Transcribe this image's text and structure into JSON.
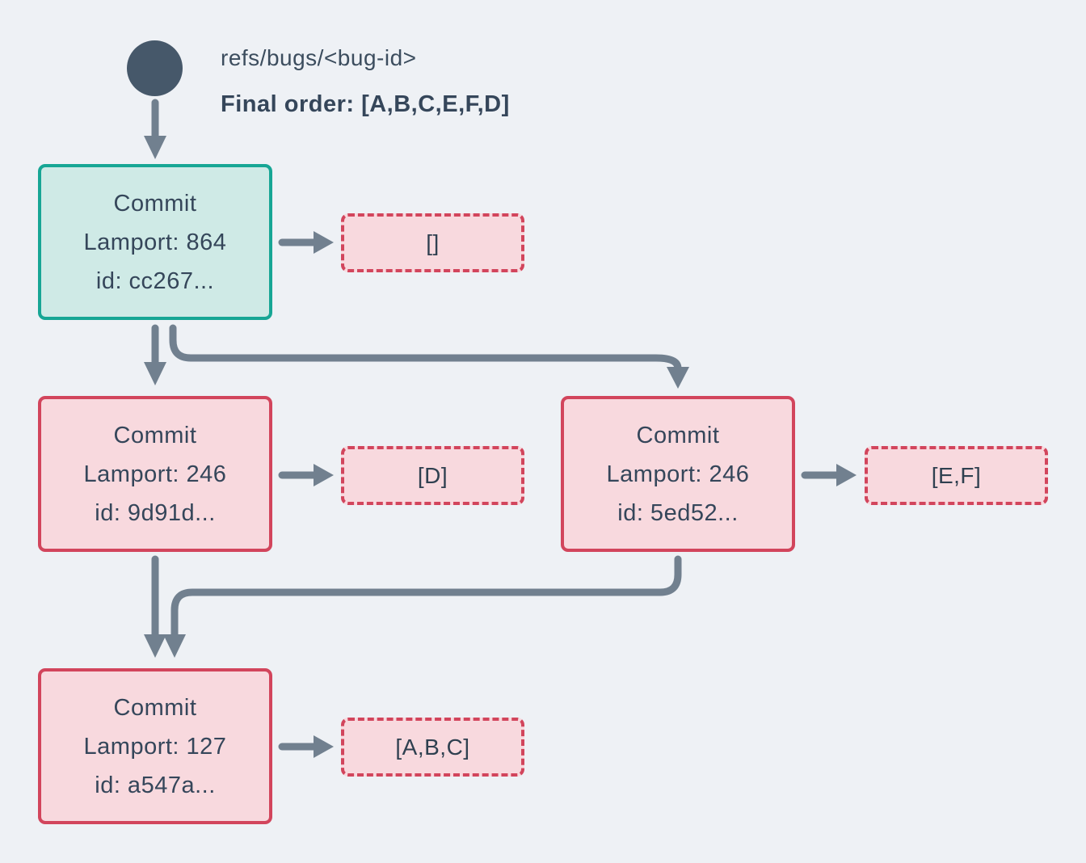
{
  "header": {
    "ref_name": "refs/bugs/<bug-id>",
    "final_order": "Final order: [A,B,C,E,F,D]"
  },
  "nodes": {
    "root": {
      "title": "Commit",
      "lamport": "Lamport: 864",
      "id_line": "id: cc267...",
      "operations": "[]"
    },
    "branch_left": {
      "title": "Commit",
      "lamport": "Lamport: 246",
      "id_line": "id: 9d91d...",
      "operations": "[D]"
    },
    "branch_right": {
      "title": "Commit",
      "lamport": "Lamport: 246",
      "id_line": "id: 5ed52...",
      "operations": "[E,F]"
    },
    "base": {
      "title": "Commit",
      "lamport": "Lamport: 127",
      "id_line": "id: a547a...",
      "operations": "[A,B,C]"
    }
  },
  "colors": {
    "background": "#eef1f5",
    "ref_dot": "#46586a",
    "edge_gray": "#71808f",
    "teal_border": "#17a695",
    "teal_fill": "#cfeae6",
    "red_border": "#d2455c",
    "pink_fill": "#f8d9de",
    "text": "#35465a"
  }
}
